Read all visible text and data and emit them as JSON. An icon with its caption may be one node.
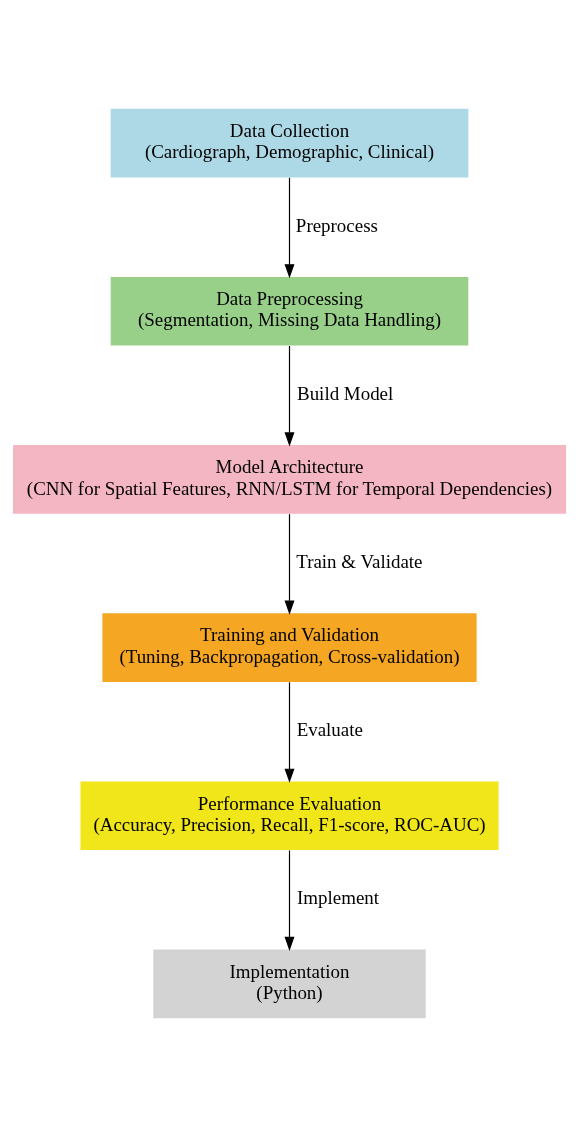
{
  "diagram": {
    "nodes": [
      {
        "text": [
          "Data Collection",
          "(Cardiograph, Demographic, Clinical)"
        ]
      },
      {
        "text": [
          "Data Preprocessing",
          "(Segmentation, Missing Data Handling)"
        ]
      },
      {
        "text": [
          "Model Architecture",
          "(CNN for Spatial Features, RNN/LSTM for Temporal Dependencies)"
        ]
      },
      {
        "text": [
          "Training and Validation",
          "(Tuning, Backpropagation, Cross-validation)"
        ]
      },
      {
        "text": [
          "Performance Evaluation",
          "(Accuracy, Precision, Recall, F1-score, ROC-AUC)"
        ]
      },
      {
        "text": [
          "Implementation",
          "(Python)"
        ]
      }
    ],
    "edges": [
      {
        "from": 0,
        "to": 1,
        "arrow": "to",
        "label": "Preprocess"
      },
      {
        "from": 1,
        "to": 2,
        "arrow": "to",
        "label": "Build Model"
      },
      {
        "from": 2,
        "to": 3,
        "arrow": "to",
        "label": "Train & Validate"
      },
      {
        "from": 3,
        "to": 4,
        "arrow": "to",
        "label": "Evaluate"
      },
      {
        "from": 4,
        "to": 5,
        "arrow": "to",
        "label": "Implement"
      }
    ]
  }
}
